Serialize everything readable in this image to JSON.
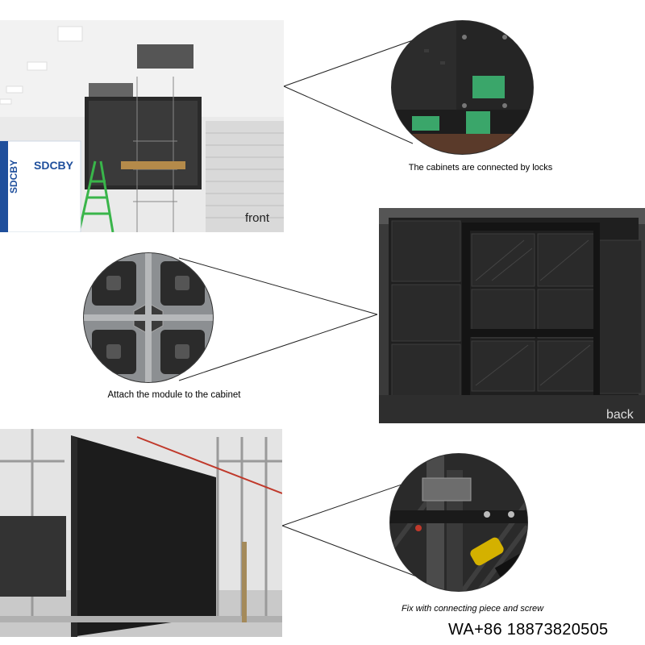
{
  "panels": {
    "front": {
      "label": "front",
      "caption": "The cabinets are connected by locks",
      "brand_text": "SDCBY"
    },
    "back": {
      "label": "back",
      "caption": "Attach the module to the cabinet"
    },
    "bottom": {
      "caption": "Fix with connecting piece and screw"
    }
  },
  "contact": "WA+86 18873820505",
  "colors": {
    "background": "#ffffff",
    "led_panel": "#1c1c1c",
    "pcb_green": "#3aa66a",
    "wall": "#e9e9e9"
  }
}
